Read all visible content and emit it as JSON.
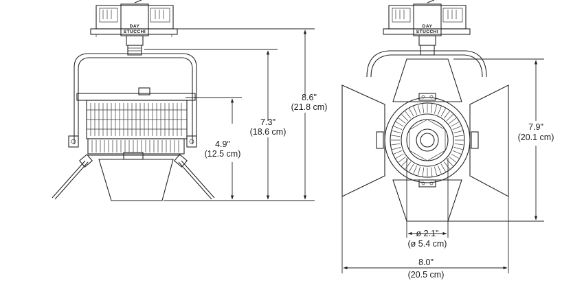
{
  "side_view": {
    "brand_small": "DAY",
    "brand": "STUCCHI",
    "dim_total_in": "8.6\"",
    "dim_total_cm": "(21.8 cm)",
    "dim_yoke_in": "7.3\"",
    "dim_yoke_cm": "(18.6 cm)",
    "dim_body_in": "4.9\"",
    "dim_body_cm": "(12.5 cm)"
  },
  "front_view": {
    "brand_small": "DAY",
    "brand": "STUCCHI",
    "dim_height_in": "7.9\"",
    "dim_height_cm": "(20.1 cm)",
    "dim_lens_in": "ø 2.1\"",
    "dim_lens_cm": "(ø 5.4 cm)",
    "dim_width_in": "8.0\"",
    "dim_width_cm": "(20.5 cm)"
  },
  "colors": {
    "line": "#222222",
    "text": "#1a1a1a",
    "background": "#ffffff"
  }
}
